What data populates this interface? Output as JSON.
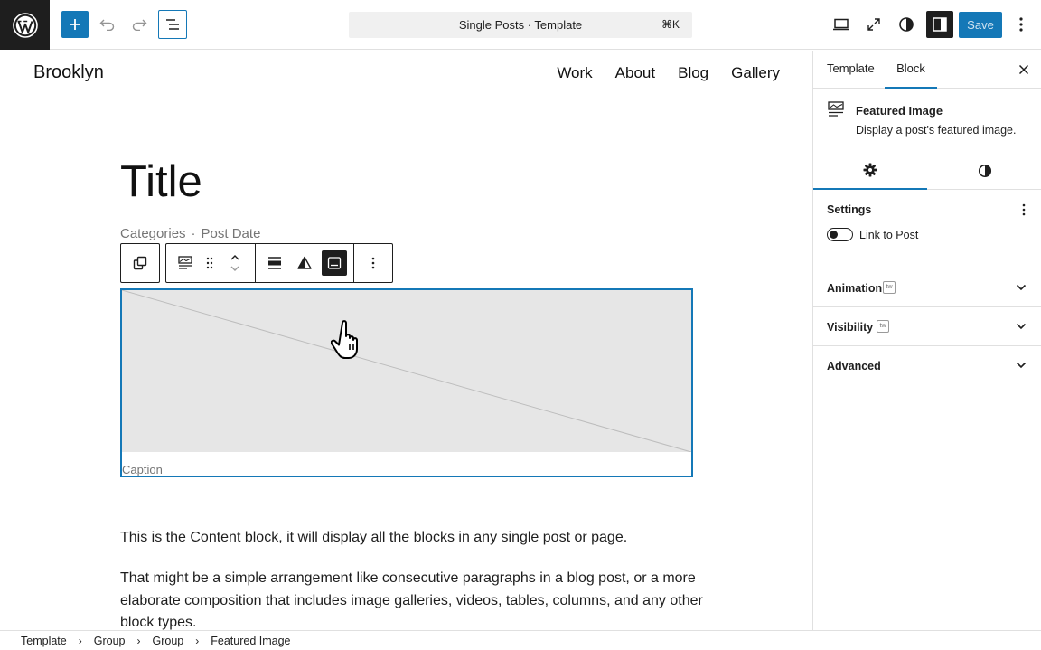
{
  "header": {
    "document_title": "Single Posts · Template",
    "shortcut": "⌘K",
    "save_label": "Save"
  },
  "site": {
    "title": "Brooklyn",
    "nav": [
      "Work",
      "About",
      "Blog",
      "Gallery"
    ]
  },
  "post": {
    "title": "Title",
    "meta": [
      "Categories",
      "Post Date"
    ],
    "meta_separator": "·",
    "caption_placeholder": "Caption",
    "content": [
      "This is the Content block, it will display all the blocks in any single post or page.",
      "That might be a simple arrangement like consecutive paragraphs in a blog post, or a more elaborate composition that includes image galleries, videos, tables, columns, and any other block types."
    ]
  },
  "sidebar": {
    "tabs": [
      "Template",
      "Block"
    ],
    "active_tab": "Block",
    "block_card": {
      "title": "Featured Image",
      "description": "Display a post's featured image."
    },
    "settings": {
      "title": "Settings",
      "toggle_label": "Link to Post",
      "toggle_on": false
    },
    "panels": [
      {
        "title": "Animation",
        "badge": "tw"
      },
      {
        "title": "Visibility",
        "badge": "tw"
      },
      {
        "title": "Advanced"
      }
    ]
  },
  "breadcrumbs": [
    "Template",
    "Group",
    "Group",
    "Featured Image"
  ],
  "colors": {
    "accent": "#1478b7",
    "dark": "#1e1e1e",
    "placeholder": "#e6e6e6",
    "muted": "#757575"
  }
}
